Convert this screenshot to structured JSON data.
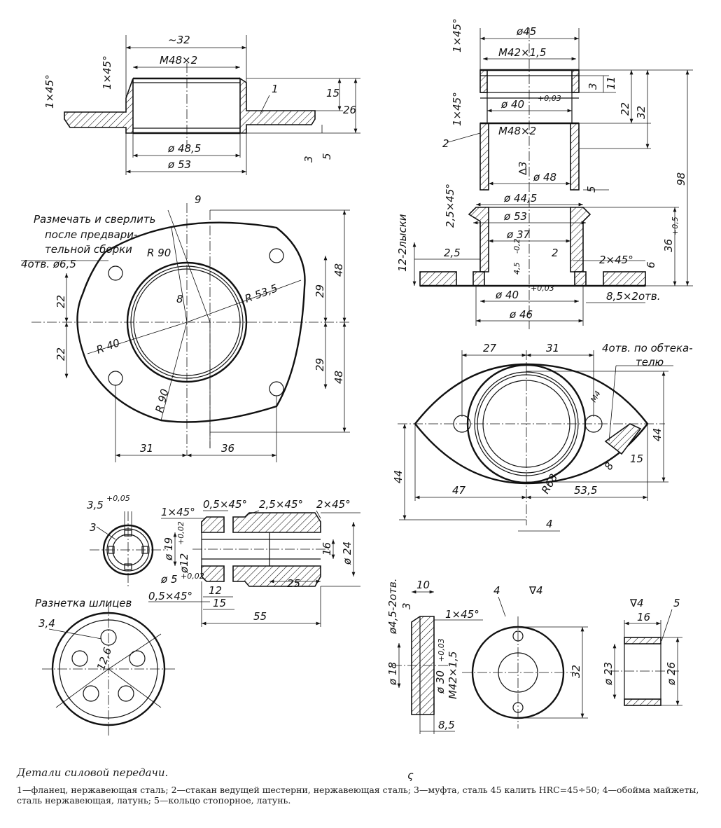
{
  "caption": {
    "title": "Детали силовой передачи.",
    "legend": "1—фланец, нержавеющая сталь; 2—стакан ведущей шестерни, нержавеющая сталь; 3—муфта, сталь 45 калить HRC=45÷50; 4—обойма майжеты, сталь нержавеющая, латунь; 5—кольцо стопорное, латунь."
  },
  "flange_section": {
    "d_top": "~32",
    "thread": "M48×2",
    "chamfer_a": "1×45°",
    "chamfer_b": "1×45°",
    "part": "1",
    "h15": "15",
    "h26": "26",
    "h3": "3",
    "h5": "5",
    "d485": "ø 48,5",
    "d53": "ø 53"
  },
  "flange_plan": {
    "note_line1": "Размечать и сверлить",
    "note_line2": "после предвари-",
    "note_line3": "тельной сборки",
    "holes": "4отв. ø6,5",
    "r90a": "R 90",
    "r90b": "R 90",
    "r535": "R 53,5",
    "r40": "R 40",
    "d9": "9",
    "d8": "8",
    "d22a": "22",
    "d22b": "22",
    "d29a": "29",
    "d29b": "29",
    "d48a": "48",
    "d48b": "48",
    "d31": "31",
    "d36": "36"
  },
  "cup_section": {
    "chamfer_top": "1×45°",
    "chamfer_mid": "1×45°",
    "d45": "ø45",
    "thread_top": "M42×1,5",
    "d40": "ø 40",
    "d40_tol": "+0,03",
    "thread_mid": "M48×2",
    "part": "2",
    "tri3": "∆3",
    "d48": "ø 48",
    "chamfer_25": "2,5×45°",
    "d445": "ø 44,5",
    "d53": "ø 53",
    "d37": "ø 37",
    "flats": "12-2лыски",
    "d25": "2,5",
    "d45_02": "4,5",
    "tol02": "-0,2",
    "d2": "2",
    "chamfer_2": "2×45°",
    "d40b": "ø 40",
    "d40b_tol": "+0,03",
    "d46": "ø 46",
    "holes": "8,5×2отв.",
    "h3": "3",
    "h11": "11",
    "h22": "22",
    "h32": "32",
    "h98": "98",
    "h5": "5",
    "h36": "36",
    "h36_tol": "+0,5",
    "h6": "6"
  },
  "cup_plan": {
    "d27": "27",
    "d31": "31",
    "note1": "4отв. по обтека-",
    "note2": "телю",
    "m4": "M4",
    "d15": "15",
    "d8": "8",
    "d44a": "44",
    "d44b": "44",
    "d47": "47",
    "d535": "53,5",
    "r68": "R68",
    "d4": "4"
  },
  "coupling": {
    "tol": "3,5",
    "tol_val": "+0,05",
    "part": "3",
    "chamfer1": "1×45°",
    "chamfer2": "0,5×45°",
    "chamfer3": "2,5×45°",
    "chamfer4": "2×45°",
    "d19": "ø 19",
    "d12": "ø12",
    "d12_tol": "+0,02",
    "d5": "ø 5",
    "d5_tol": "+0,02",
    "chamfer5": "0,5×45°",
    "d16": "16",
    "d24": "ø 24",
    "d25": "25",
    "d12b": "12",
    "d15": "15",
    "d55": "55",
    "spline_note": "Разнетка шлицев",
    "d34": "3,4",
    "d126": "12,6"
  },
  "cuff_holder": {
    "holes": "ø4,5-2отв.",
    "d10": "10",
    "d3": "3",
    "chamfer": "1×45°",
    "part": "4",
    "rough": "∇4",
    "d18": "ø 18",
    "d30": "ø 30",
    "d30_tol": "+0,03",
    "thread": "M42×1,5",
    "d85": "8,5",
    "d32": "32"
  },
  "ring": {
    "rough": "∇4",
    "part": "5",
    "d16": "16",
    "d23": "ø 23",
    "d26": "ø 26"
  },
  "figure_mark": "ς"
}
